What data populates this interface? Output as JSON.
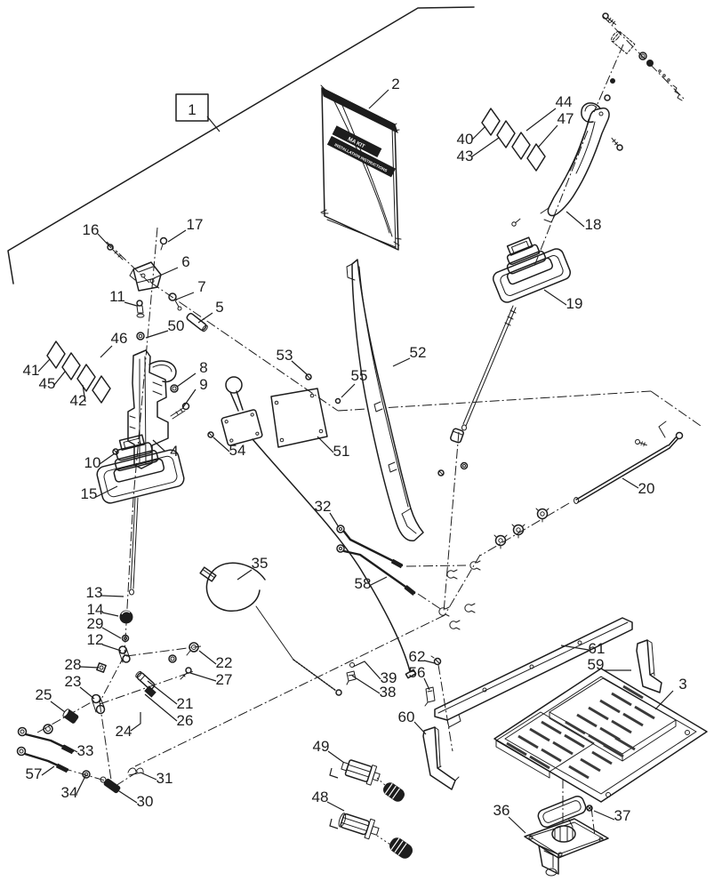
{
  "colors": {
    "ink": "#1d1d1d",
    "paper": "#ffffff"
  },
  "book": {
    "line1": "MA KIT",
    "line2": "INSTALLATION INSTRUCTIONS"
  },
  "callouts": {
    "c1": "1",
    "c2": "2",
    "c3": "3",
    "c4": "4",
    "c5": "5",
    "c6": "6",
    "c7": "7",
    "c8": "8",
    "c9": "9",
    "c10": "10",
    "c11": "11",
    "c12": "12",
    "c13": "13",
    "c14": "14",
    "c15": "15",
    "c16": "16",
    "c17": "17",
    "c18": "18",
    "c19": "19",
    "c20": "20",
    "c21": "21",
    "c22": "22",
    "c23": "23",
    "c24": "24",
    "c25": "25",
    "c26": "26",
    "c27": "27",
    "c28": "28",
    "c29": "29",
    "c30": "30",
    "c31": "31",
    "c32": "32",
    "c33": "33",
    "c34": "34",
    "c35": "35",
    "c36": "36",
    "c37": "37",
    "c38": "38",
    "c39": "39",
    "c40": "40",
    "c41": "41",
    "c42": "42",
    "c43": "43",
    "c44": "44",
    "c45": "45",
    "c46": "46",
    "c47": "47",
    "c48": "48",
    "c49": "49",
    "c50": "50",
    "c51": "51",
    "c52": "52",
    "c53": "53",
    "c54": "54",
    "c55": "55",
    "c56": "56",
    "c57": "57",
    "c58": "58",
    "c59": "59",
    "c60": "60",
    "c61": "61",
    "c62": "62"
  }
}
